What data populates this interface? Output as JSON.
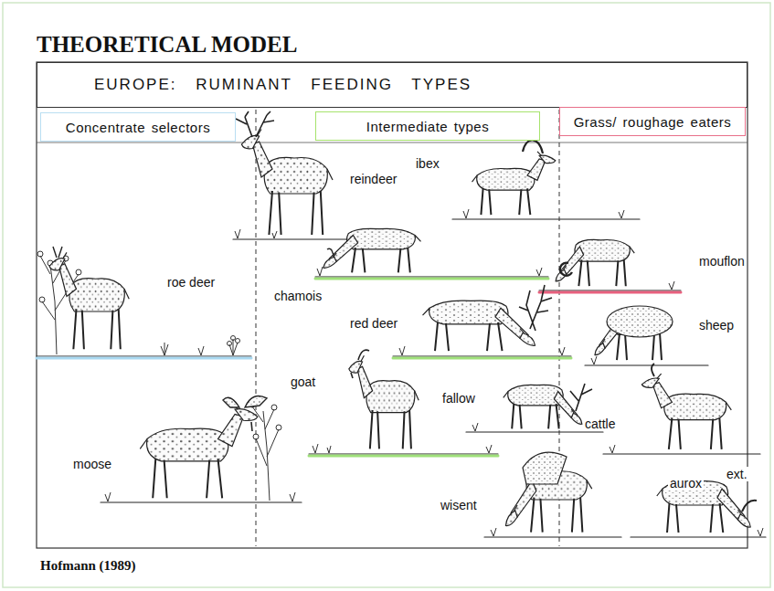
{
  "diagram": {
    "title": "THEORETICAL MODEL",
    "caption": "Hofmann (1989)",
    "nodes": [
      {
        "text": [
          "EUROPE: RUMINANT FEEDING TYPES"
        ]
      },
      {
        "text": [
          "Concentrate selectors"
        ]
      },
      {
        "text": [
          "Intermediate types"
        ]
      },
      {
        "text": [
          "Grass/ roughage eaters"
        ]
      }
    ],
    "labels": [
      "reindeer",
      "ibex",
      "roe deer",
      "chamois",
      "mouflon",
      "red deer",
      "sheep",
      "goat",
      "fallow",
      "cattle",
      "moose",
      "wisent",
      "aurox",
      "ext."
    ]
  }
}
